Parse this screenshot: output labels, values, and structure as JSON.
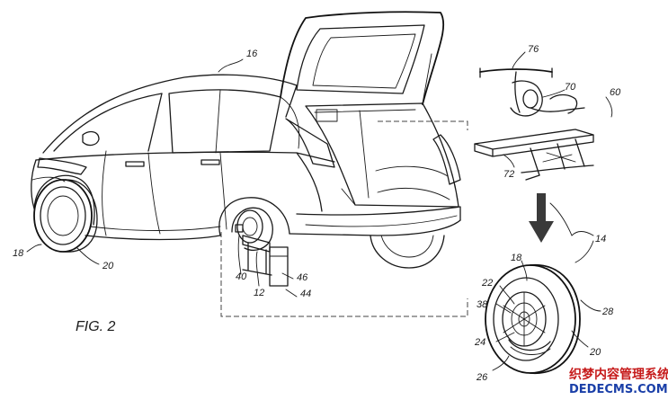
{
  "figure": {
    "caption": "FIG. 2",
    "reference_numerals": {
      "vehicle": "16",
      "system": "14",
      "front_wheel": "18",
      "front_tire": "20",
      "hub": "40",
      "axle": "12",
      "stand": "44",
      "stand_part": "46",
      "scooter_handlebar": "76",
      "scooter_body": "70",
      "scooter": "60",
      "scooter_base": "72",
      "wheel_unit": "18",
      "wheel_rim": "22",
      "wheel_hub": "38",
      "wheel_motor": "24",
      "wheel_tire_outer": "28",
      "wheel_tire": "20",
      "wheel_assembly": "26"
    }
  },
  "watermark": {
    "line1": "织梦内容管理系统",
    "line2": "DEDECMS.COM"
  },
  "colors": {
    "ink": "#1a1a1a",
    "arrow": "#3a3a3a",
    "watermark_red": "#c61a1a",
    "watermark_blue": "#1a3fa8"
  }
}
